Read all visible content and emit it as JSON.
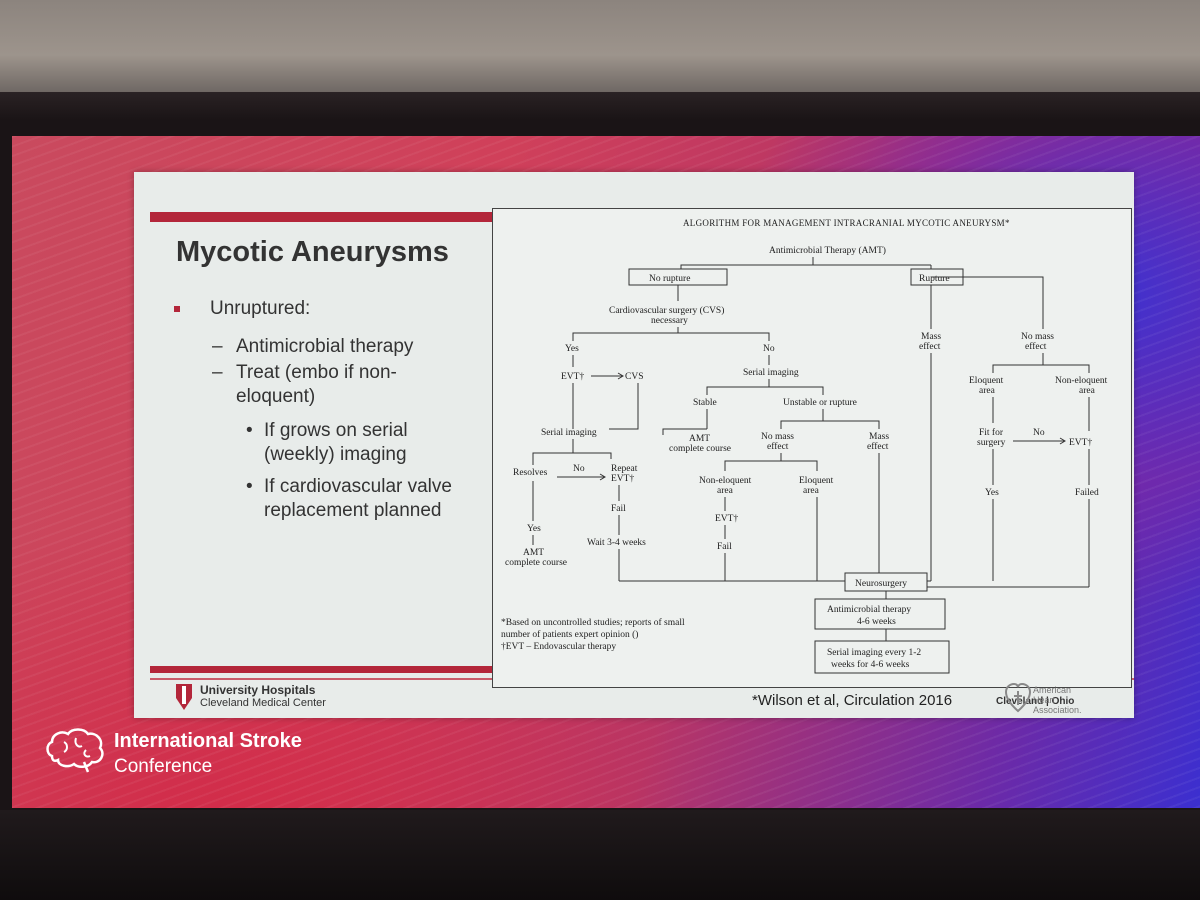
{
  "slide": {
    "title": "Mycotic Aneurysms",
    "bullets": {
      "level1": "Unruptured:",
      "level2": [
        "Antimicrobial therapy",
        "Treat (embo if non-",
        "eloquent)"
      ],
      "level3": [
        "If grows on serial",
        "(weekly) imaging",
        "If cardiovascular valve",
        "replacement planned"
      ]
    },
    "footer": {
      "institution_line1": "University Hospitals",
      "institution_line2": "Cleveland Medical Center",
      "citation": "*Wilson et al, Circulation 2016",
      "location": "Cleveland | Ohio"
    }
  },
  "flowchart": {
    "title": "ALGORITHM FOR MANAGEMENT INTRACRANIAL MYCOTIC ANEURYSM*",
    "nodes": {
      "amt": "Antimicrobial Therapy (AMT)",
      "no_rupture": "No rupture",
      "rupture": "Rupture",
      "cvs_1": "Cardiovascular surgery (CVS)",
      "cvs_2": "necessary",
      "yes": "Yes",
      "no": "No",
      "evt_yes": "EVT†",
      "cvs": "CVS",
      "serial_imaging_no": "Serial imaging",
      "stable": "Stable",
      "unstable": "Unstable or rupture",
      "amt_complete_1": "AMT",
      "amt_complete_2": "complete course",
      "no_mass_1": "No mass",
      "no_mass_2": "effect",
      "mass_1": "Mass",
      "mass_2": "effect",
      "serial_imaging_yes": "Serial imaging",
      "resolves": "Resolves",
      "no_arrow": "No",
      "repeat_1": "Repeat",
      "repeat_2": "EVT†",
      "fail": "Fail",
      "wait": "Wait 3-4 weeks",
      "yes_resolves": "Yes",
      "amt_final_1": "AMT",
      "amt_final_2": "complete course",
      "non_eloquent_1": "Non-eloquent",
      "non_eloquent_2": "area",
      "eloquent_1": "Eloquent",
      "eloquent_2": "area",
      "evt_mid": "EVT†",
      "fail_mid": "Fail",
      "mass_r_1": "Mass",
      "mass_r_2": "effect",
      "no_mass_r_1": "No mass",
      "no_mass_r_2": "effect",
      "eloquent_r_1": "Eloquent",
      "eloquent_r_2": "area",
      "non_eloquent_r_1": "Non-eloquent",
      "non_eloquent_r_2": "area",
      "fit_1": "Fit for",
      "fit_2": "surgery",
      "no_fit": "No",
      "evt_r": "EVT†",
      "yes_fit": "Yes",
      "failed": "Failed",
      "neurosurgery": "Neurosurgery",
      "antimicrobial_1": "Antimicrobial therapy",
      "antimicrobial_2": "4-6 weeks",
      "serial_final_1": "Serial imaging every 1-2",
      "serial_final_2": "weeks for 4-6 weeks"
    },
    "footnotes": [
      "*Based on uncontrolled studies; reports of small",
      "number of patients expert opinion ()",
      "†EVT – Endovascular therapy"
    ],
    "aha_line1": "American",
    "aha_line2": "Heart",
    "aha_line3": "Association."
  },
  "conference": {
    "line1": "International Stroke",
    "line2": "Conference"
  }
}
